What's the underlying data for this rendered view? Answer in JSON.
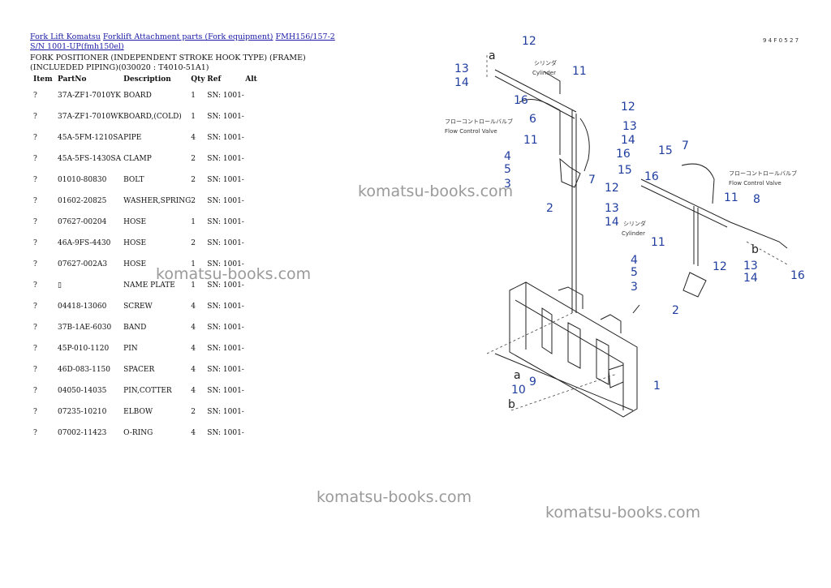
{
  "breadcrumbs": [
    "Fork Lift Komatsu",
    "Forklift Attachment parts (Fork equipment)",
    "FMH156/157-2 S/N 1001-UP(fmh150el)"
  ],
  "page_title": "FORK POSITIONER (INDEPENDENT STROKE HOOK TYPE) (FRAME) (INCLUEDED PIPING)(030020 : T4010-51A1)",
  "table": {
    "headers": [
      "Item",
      "PartNo",
      "Description",
      "Qty",
      "Ref",
      "Alt"
    ],
    "rows": [
      {
        "item": "?",
        "part": "37A-ZF1-7010YK",
        "desc": "BOARD",
        "qty": "1",
        "ref": "SN: 1001-",
        "alt": ""
      },
      {
        "item": "?",
        "part": "37A-ZF1-7010WK",
        "desc": "BOARD,(COLD)",
        "qty": "1",
        "ref": "SN: 1001-",
        "alt": ""
      },
      {
        "item": "?",
        "part": "45A-5FM-1210SA",
        "desc": "PIPE",
        "qty": "4",
        "ref": "SN: 1001-",
        "alt": ""
      },
      {
        "item": "?",
        "part": "45A-5FS-1430SA",
        "desc": "CLAMP",
        "qty": "2",
        "ref": "SN: 1001-",
        "alt": ""
      },
      {
        "item": "?",
        "part": "01010-80830",
        "desc": "BOLT",
        "qty": "2",
        "ref": "SN: 1001-",
        "alt": ""
      },
      {
        "item": "?",
        "part": "01602-20825",
        "desc": "WASHER,SPRING",
        "qty": "2",
        "ref": "SN: 1001-",
        "alt": ""
      },
      {
        "item": "?",
        "part": "07627-00204",
        "desc": "HOSE",
        "qty": "1",
        "ref": "SN: 1001-",
        "alt": ""
      },
      {
        "item": "?",
        "part": "46A-9FS-4430",
        "desc": "HOSE",
        "qty": "2",
        "ref": "SN: 1001-",
        "alt": ""
      },
      {
        "item": "?",
        "part": "07627-002A3",
        "desc": "HOSE",
        "qty": "1",
        "ref": "SN: 1001-",
        "alt": ""
      },
      {
        "item": "?",
        "part": "▯",
        "desc": "NAME PLATE",
        "qty": "1",
        "ref": "SN: 1001-",
        "alt": ""
      },
      {
        "item": "?",
        "part": "04418-13060",
        "desc": "SCREW",
        "qty": "4",
        "ref": "SN: 1001-",
        "alt": ""
      },
      {
        "item": "?",
        "part": "37B-1AE-6030",
        "desc": "BAND",
        "qty": "4",
        "ref": "SN: 1001-",
        "alt": ""
      },
      {
        "item": "?",
        "part": "45P-010-1120",
        "desc": "PIN",
        "qty": "4",
        "ref": "SN: 1001-",
        "alt": ""
      },
      {
        "item": "?",
        "part": "46D-083-1150",
        "desc": "SPACER",
        "qty": "4",
        "ref": "SN: 1001-",
        "alt": ""
      },
      {
        "item": "?",
        "part": "04050-14035",
        "desc": "PIN,COTTER",
        "qty": "4",
        "ref": "SN: 1001-",
        "alt": ""
      },
      {
        "item": "?",
        "part": "07235-10210",
        "desc": "ELBOW",
        "qty": "2",
        "ref": "SN: 1001-",
        "alt": ""
      },
      {
        "item": "?",
        "part": "07002-11423",
        "desc": "O-RING",
        "qty": "4",
        "ref": "SN: 1001-",
        "alt": ""
      }
    ]
  },
  "watermark": "komatsu-books.com",
  "diagram": {
    "code": "9 4 F 0 5 2 7",
    "jp_cylinder": "シリンダ",
    "cylinder_label": "Cylinder",
    "jp_flow_valve": "フローコントロールバルブ",
    "flow_valve_label": "Flow Control Valve",
    "callout_a": "a",
    "callout_b": "b",
    "numbers": {
      "n1": "1",
      "n2": "2",
      "n3": "3",
      "n4": "4",
      "n5": "5",
      "n6": "6",
      "n7": "7",
      "n8": "8",
      "n9": "9",
      "n10": "10",
      "n11": "11",
      "n12": "12",
      "n13": "13",
      "n14": "14",
      "n15": "15",
      "n16": "16"
    }
  }
}
